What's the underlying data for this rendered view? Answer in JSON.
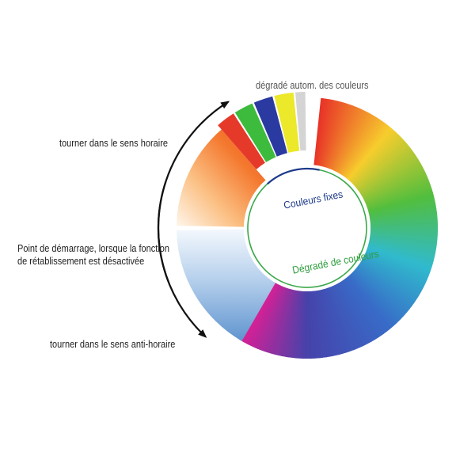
{
  "labels": {
    "top_gradient": "dégradé autom. des couleurs",
    "clockwise": "tourner dans le sens horaire",
    "start_line1": "Point de démarrage, lorsque la fonction",
    "start_line2": "de rétablissement est désactivée",
    "counterclockwise": "tourner dans le sens anti-horaire",
    "fixed_colors": "Couleurs fixes",
    "color_gradient": "Dégradé de couleurs"
  },
  "colors": {
    "fixed_text": "#1e3a8a",
    "gradient_text": "#2e9e3e",
    "inner_ring": "#3aa84a",
    "fixed_arc": "#1e3a8a",
    "fixed_segments": [
      "#e53a2a",
      "#3dbb3d",
      "#2a3aa0",
      "#ece82a",
      "#d4d4d4"
    ]
  },
  "icons": [
    "arrow-head-clockwise-icon",
    "arrow-head-counterclockwise-icon"
  ]
}
